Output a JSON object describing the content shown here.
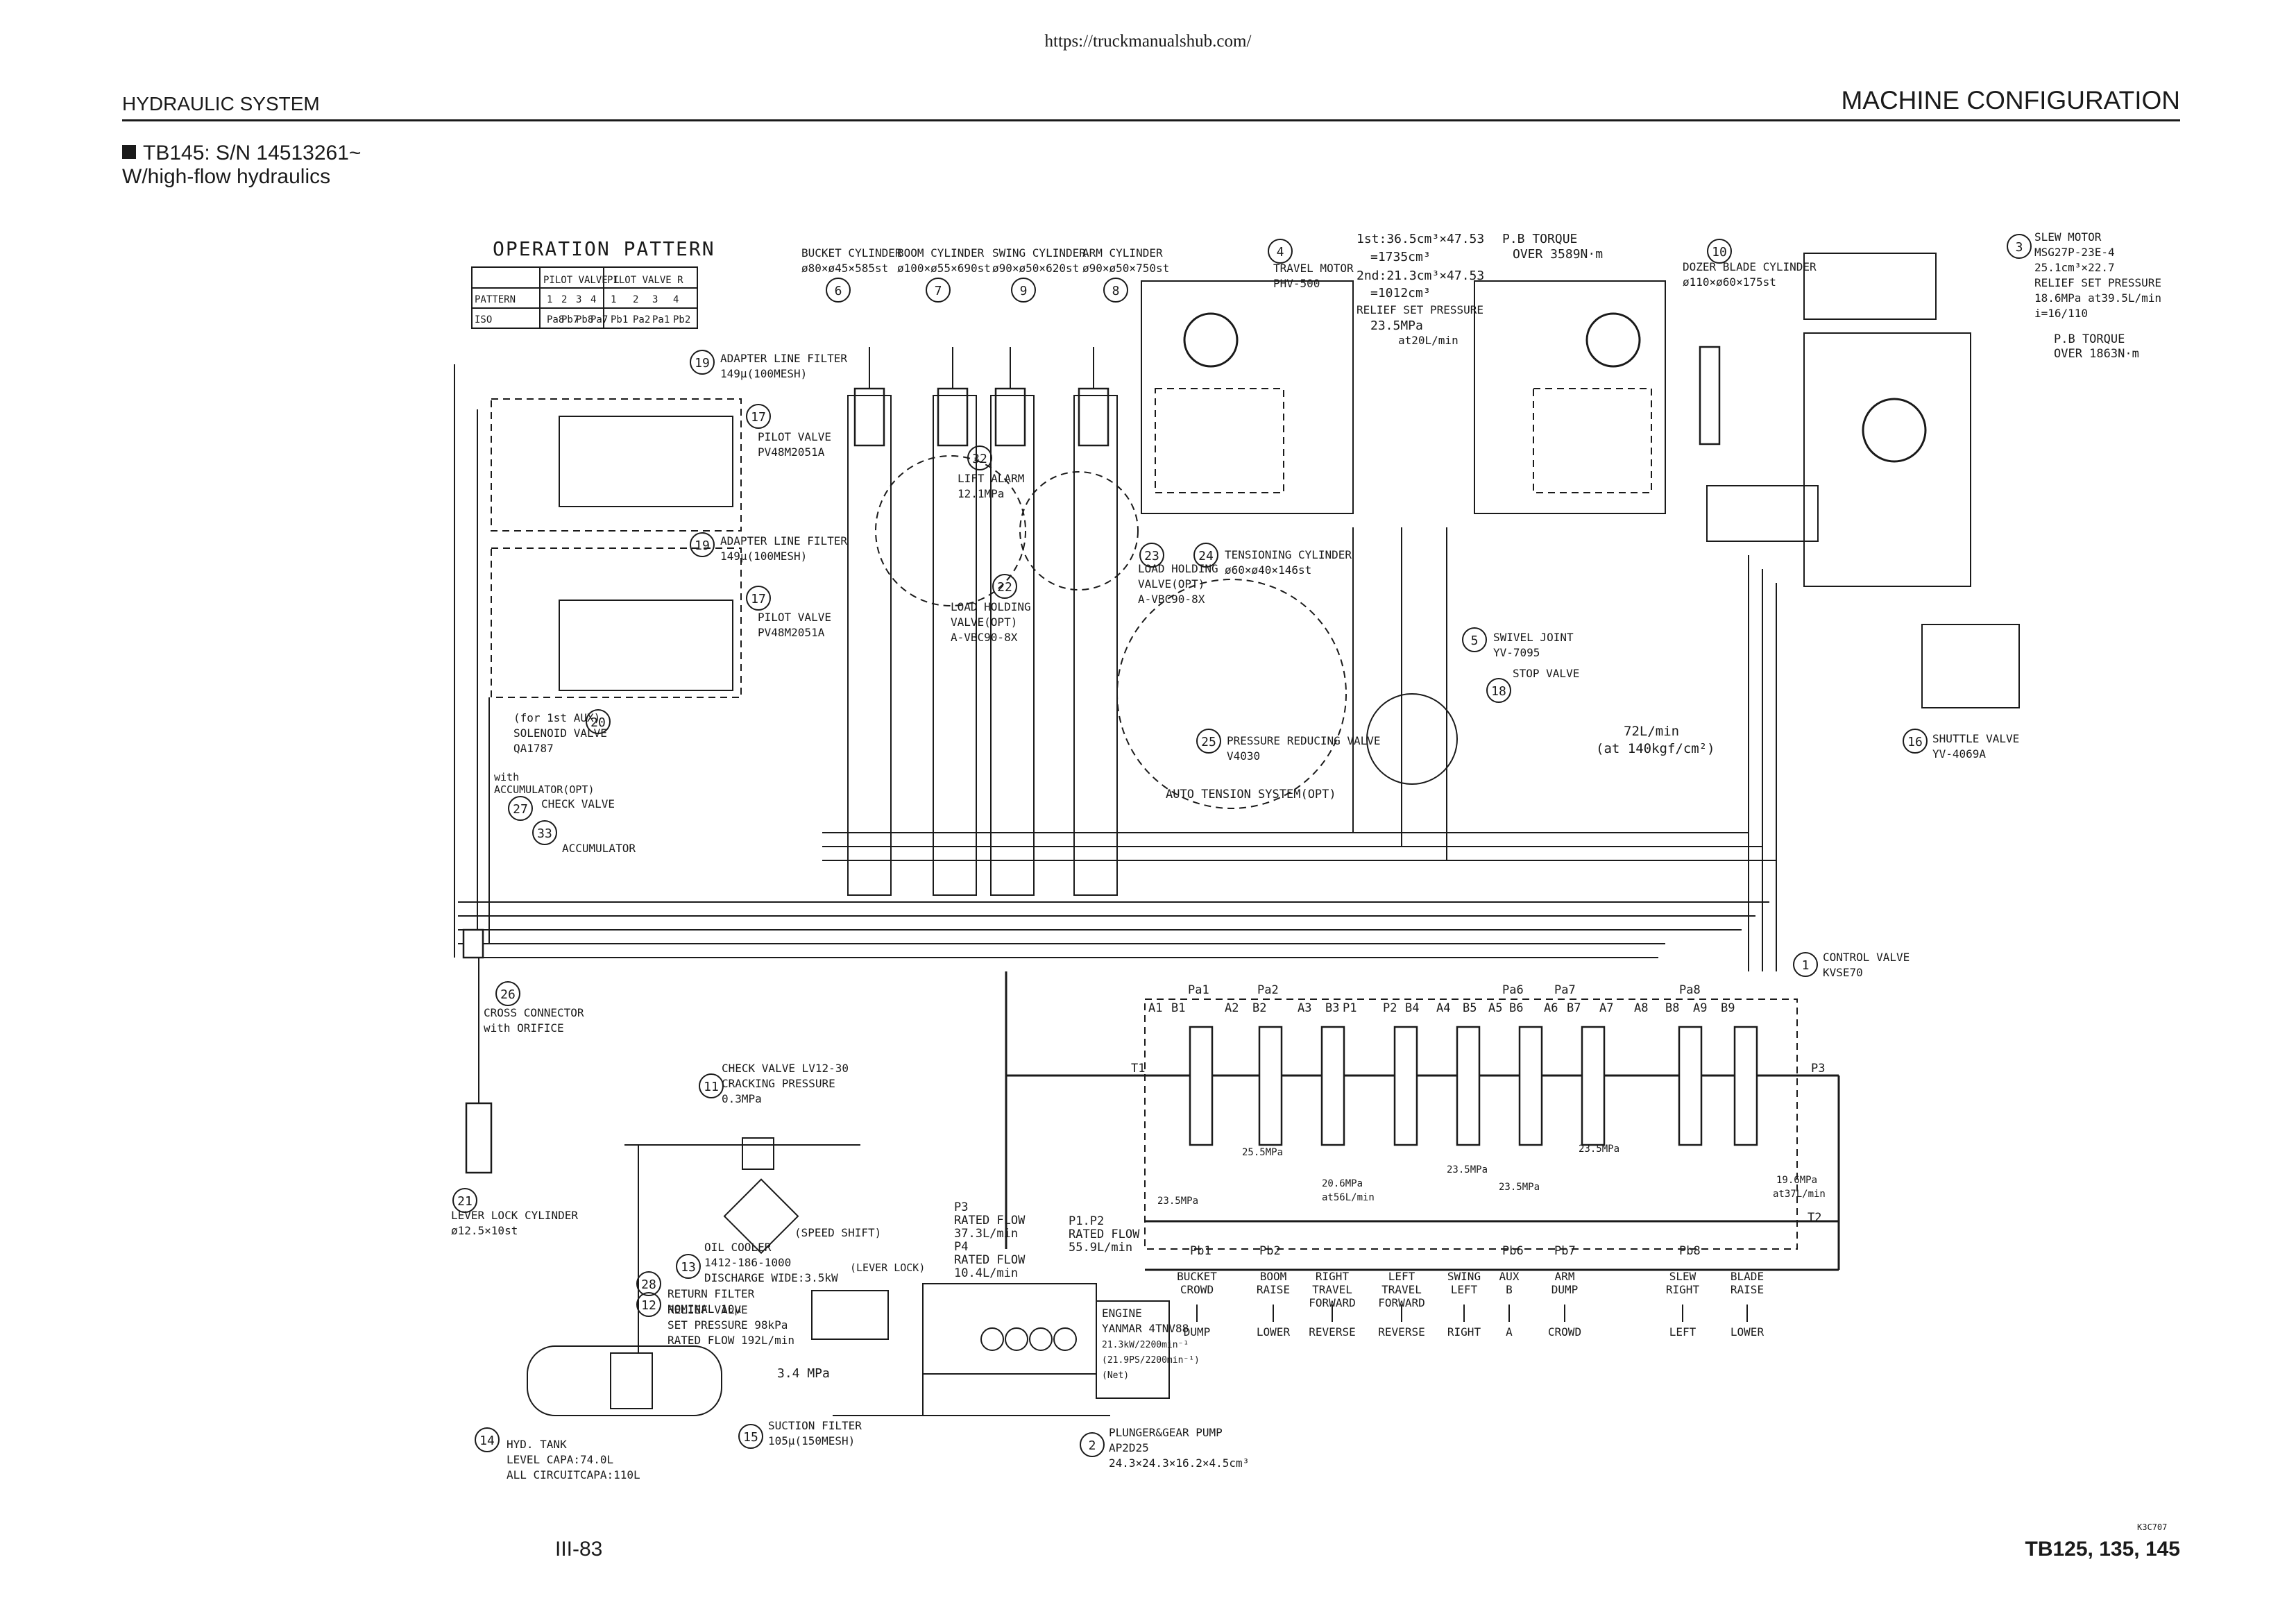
{
  "header": {
    "url": "https://truckmanualshub.com/",
    "section": "HYDRAULIC SYSTEM",
    "title": "MACHINE CONFIGURATION",
    "model_line": "TB145: S/N 14513261~",
    "variant_line": "W/high-flow hydraulics"
  },
  "footer": {
    "page": "III-83",
    "models": "TB125, 135, 145"
  },
  "operation_pattern": {
    "title": "OPERATION PATTERN",
    "group_headers": [
      "PILOT VALVE L",
      "PILOT VALVE R"
    ],
    "rows": [
      [
        "PATTERN",
        "1",
        "2",
        "3",
        "4",
        "1",
        "2",
        "3",
        "4"
      ],
      [
        "ISO",
        "Pa8",
        "Pb7",
        "Pb8",
        "Pa7",
        "Pb1",
        "Pa2",
        "Pa1",
        "Pb2"
      ]
    ]
  },
  "components": [
    {
      "num": "6",
      "lines": [
        "BUCKET CYLINDER",
        "ø80×ø45×585st"
      ]
    },
    {
      "num": "7",
      "lines": [
        "BOOM CYLINDER",
        "ø100×ø55×690st"
      ]
    },
    {
      "num": "9",
      "lines": [
        "SWING CYLINDER",
        "ø90×ø50×620st"
      ]
    },
    {
      "num": "8",
      "lines": [
        "ARM CYLINDER",
        "ø90×ø50×750st"
      ]
    },
    {
      "num": "4",
      "lines": [
        "TRAVEL MOTOR",
        "PHV-500"
      ]
    },
    {
      "num": "10",
      "lines": [
        "DOZER BLADE CYLINDER",
        "ø110×ø60×175st"
      ]
    },
    {
      "num": "3",
      "lines": [
        "SLEW MOTOR",
        "MSG27P-23E-4",
        "25.1cm³×22.7",
        "RELIEF SET PRESSURE",
        "18.6MPa at39.5L/min",
        "i=16/110"
      ]
    },
    {
      "num": "19",
      "lines": [
        "ADAPTER LINE FILTER",
        "149μ(100MESH)"
      ]
    },
    {
      "num": "17",
      "lines": [
        "PILOT VALVE",
        "PV48M2051A"
      ]
    },
    {
      "num": "19",
      "lines": [
        "ADAPTER LINE FILTER",
        "149μ(100MESH)"
      ]
    },
    {
      "num": "17",
      "lines": [
        "PILOT VALVE",
        "PV48M2051A"
      ]
    },
    {
      "num": "32",
      "lines": [
        "LIFT ALARM",
        "12.1MPa"
      ]
    },
    {
      "num": "22",
      "lines": [
        "LOAD HOLDING",
        "VALVE(OPT)",
        "A-VBC90-8X"
      ]
    },
    {
      "num": "23",
      "lines": [
        "LOAD HOLDING",
        "VALVE(OPT)",
        "A-VBC90-8X"
      ]
    },
    {
      "num": "24",
      "lines": [
        "TENSIONING CYLINDER",
        "ø60×ø40×146st"
      ]
    },
    {
      "num": "25",
      "lines": [
        "PRESSURE REDUCING VALVE",
        "V4030"
      ]
    },
    {
      "num": "5",
      "lines": [
        "SWIVEL JOINT",
        "YV-7095"
      ]
    },
    {
      "num": "18",
      "lines": [
        "STOP VALVE"
      ]
    },
    {
      "num": "16",
      "lines": [
        "SHUTTLE VALVE",
        "YV-4069A"
      ]
    },
    {
      "num": "20",
      "lines": [
        "(for 1st AUX)",
        "SOLENOID VALVE",
        "QA1787"
      ]
    },
    {
      "num": "27",
      "lines": [
        "CHECK VALVE"
      ]
    },
    {
      "num": "33",
      "lines": [
        "ACCUMULATOR"
      ]
    },
    {
      "num": "26",
      "lines": [
        "CROSS CONNECTOR",
        "with ORIFICE"
      ]
    },
    {
      "num": "1",
      "lines": [
        "CONTROL VALVE",
        "KVSE70"
      ]
    },
    {
      "num": "21",
      "lines": [
        "LEVER LOCK CYLINDER",
        "ø12.5×10st"
      ]
    },
    {
      "num": "11",
      "lines": [
        "CHECK VALVE LV12-30",
        "CRACKING PRESSURE",
        "0.3MPa"
      ]
    },
    {
      "num": "13",
      "lines": [
        "OIL COOLER",
        "1412-186-1000",
        "DISCHARGE WIDE:3.5kW"
      ]
    },
    {
      "num": "28",
      "lines": [
        "RETURN FILTER",
        "NOMINAL 10μ"
      ]
    },
    {
      "num": "12",
      "lines": [
        "RELIEF VALVE",
        "SET PRESSURE 98kPa",
        "RATED FLOW 192L/min"
      ]
    },
    {
      "num": "14",
      "lines": [
        "HYD. TANK",
        "LEVEL CAPA:74.0L",
        "ALL CIRCUITCAPA:110L"
      ]
    },
    {
      "num": "15",
      "lines": [
        "SUCTION FILTER",
        "105μ(150MESH)"
      ]
    },
    {
      "num": "2",
      "lines": [
        "PLUNGER&GEAR PUMP",
        "AP2D25",
        "24.3×24.3×16.2×4.5cm³"
      ]
    }
  ],
  "travel_motor_specs": {
    "first": "1st:36.5cm³×47.53",
    "first_total": "=1735cm³",
    "second": "2nd:21.3cm³×47.53",
    "second_total": "=1012cm³",
    "relief_label": "RELIEF SET PRESSURE",
    "relief_value": "23.5MPa",
    "relief_flow": "at20L/min"
  },
  "torque_notes": {
    "travel": [
      "P.B TORQUE",
      "OVER 3589N·m"
    ],
    "slew": [
      "P.B TORQUE",
      "OVER 1863N·m"
    ]
  },
  "stop_valve_flow": [
    "72L/min",
    "(at 140kgf/cm²)"
  ],
  "auto_tension_label": "AUTO TENSION SYSTEM(OPT)",
  "accumulator_note": [
    "with",
    "ACCUMULATOR(OPT)"
  ],
  "pump_notes": {
    "speed_shift": "(SPEED SHIFT)",
    "lever_lock": "(LEVER LOCK)",
    "p3_flow": [
      "P3",
      "RATED FLOW",
      "37.3L/min",
      "P4",
      "RATED FLOW",
      "10.4L/min"
    ],
    "p12_flow": [
      "P1.P2",
      "RATED FLOW",
      "55.9L/min"
    ],
    "pilot_relief": "3.4 MPa",
    "engine": [
      "ENGINE",
      "YANMAR 4TNV88",
      "21.3kW/2200min⁻¹",
      "(21.9PS/2200min⁻¹)",
      "(Net)"
    ]
  },
  "control_valve": {
    "top_ports": [
      "A1",
      "B1",
      "A2",
      "B2",
      "A3",
      "B3",
      "P1",
      "P2",
      "B4",
      "A4",
      "B5",
      "A5",
      "B6",
      "A6",
      "B7",
      "A7",
      "A8",
      "B8",
      "A9",
      "B9"
    ],
    "pilot_top": [
      "Pa1",
      "Pa2",
      "Pa6",
      "Pa7",
      "Pa8"
    ],
    "pilot_bottom": [
      "Pb1",
      "Pb2",
      "Pb6",
      "Pb7",
      "Pb8"
    ],
    "relief_labels": [
      "23.5MPa",
      "25.5MPa",
      "20.6MPa",
      "23.5MPa",
      "23.5MPa",
      "23.5MPa",
      "19.6MPa"
    ],
    "relief_sub": [
      "at56L/min",
      "at37L/min"
    ],
    "misc_ports": [
      "T1",
      "P3",
      "T2"
    ]
  },
  "functions": [
    {
      "name": "BUCKET",
      "up": "CROWD",
      "down": "DUMP"
    },
    {
      "name": "BOOM",
      "up": "RAISE",
      "down": "LOWER"
    },
    {
      "name": "RIGHT TRAVEL",
      "up": "FORWARD",
      "down": "REVERSE"
    },
    {
      "name": "LEFT TRAVEL",
      "up": "FORWARD",
      "down": "REVERSE"
    },
    {
      "name": "SWING",
      "up": "LEFT",
      "down": "RIGHT"
    },
    {
      "name": "AUX",
      "up": "B",
      "down": "A"
    },
    {
      "name": "ARM",
      "up": "DUMP",
      "down": "CROWD"
    },
    {
      "name": "SLEW",
      "up": "RIGHT",
      "down": "LEFT"
    },
    {
      "name": "BLADE",
      "up": "RAISE",
      "down": "LOWER"
    }
  ],
  "drawing_code": "K3C707"
}
